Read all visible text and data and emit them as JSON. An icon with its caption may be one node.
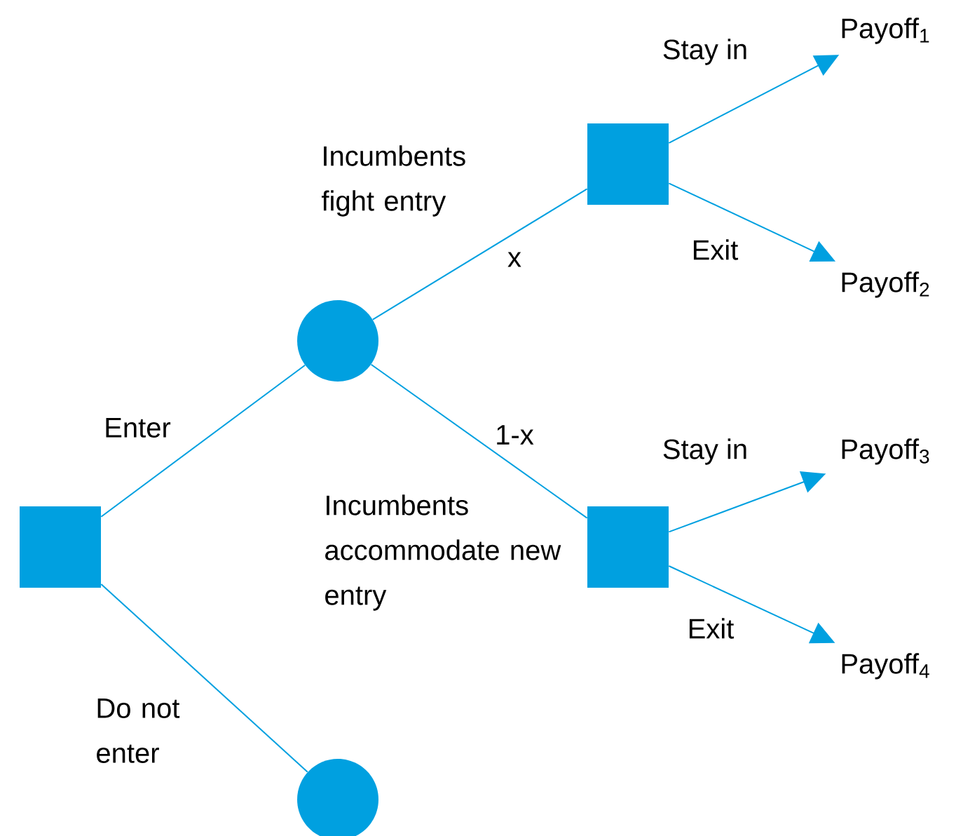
{
  "diagram": {
    "nodes": [
      {
        "text": [],
        "shape": "box"
      },
      {
        "text": [],
        "shape": "circle"
      },
      {
        "text": [],
        "shape": "circle"
      },
      {
        "text": [],
        "shape": "box"
      },
      {
        "text": [],
        "shape": "box"
      },
      {
        "text": [
          "Payoff$_{1}$"
        ]
      },
      {
        "text": [
          "Payoff$_{2}$"
        ]
      },
      {
        "text": [
          "Payoff$_{3}$"
        ]
      },
      {
        "text": [
          "Payoff$_{4}$"
        ]
      }
    ],
    "edges": [
      {
        "from": 0,
        "to": 1,
        "arrow": "none",
        "label": "Enter"
      },
      {
        "from": 0,
        "to": 2,
        "arrow": "none",
        "label": "Do not enter"
      },
      {
        "from": 1,
        "to": 3,
        "arrow": "none",
        "label": "Incumbents fight entry"
      },
      {
        "from": 1,
        "to": 4,
        "arrow": "none",
        "label": "Incumbents accommodate new entry"
      },
      {
        "from": 3,
        "to": 5,
        "arrow": "to",
        "label": "Stay in"
      },
      {
        "from": 3,
        "to": 6,
        "arrow": "to",
        "label": "Exit"
      },
      {
        "from": 4,
        "to": 7,
        "arrow": "to",
        "label": "Stay in"
      },
      {
        "from": 4,
        "to": 8,
        "arrow": "to",
        "label": "Exit"
      }
    ],
    "labels": [
      "x",
      "1-x"
    ]
  }
}
